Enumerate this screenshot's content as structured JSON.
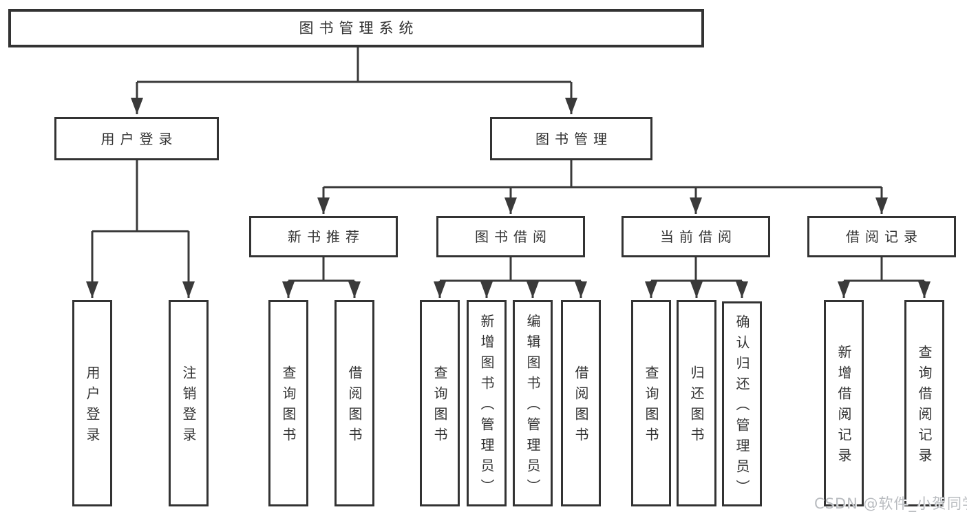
{
  "colors": {
    "line": "#3a3a3a",
    "border": "#333333",
    "text": "#333333",
    "background": "#ffffff",
    "watermark": "#b9bcc0"
  },
  "tree": {
    "root": {
      "label": "图书管理系统"
    },
    "branches": [
      {
        "label": "用户登录",
        "children": [
          {
            "label": "用户登录"
          },
          {
            "label": "注销登录"
          }
        ]
      },
      {
        "label": "图书管理",
        "children": [
          {
            "label": "新书推荐",
            "children": [
              {
                "label": "查询图书"
              },
              {
                "label": "借阅图书"
              }
            ]
          },
          {
            "label": "图书借阅",
            "children": [
              {
                "label": "查询图书"
              },
              {
                "label": "新增图书（管理员）"
              },
              {
                "label": "编辑图书（管理员）"
              },
              {
                "label": "借阅图书"
              }
            ]
          },
          {
            "label": "当前借阅",
            "children": [
              {
                "label": "查询图书"
              },
              {
                "label": "归还图书"
              },
              {
                "label": "确认归还（管理员）"
              }
            ]
          },
          {
            "label": "借阅记录",
            "children": [
              {
                "label": "新增借阅记录"
              },
              {
                "label": "查询借阅记录"
              }
            ]
          }
        ]
      }
    ]
  },
  "watermark": {
    "text": "CSDN @软件_小贺同学"
  }
}
